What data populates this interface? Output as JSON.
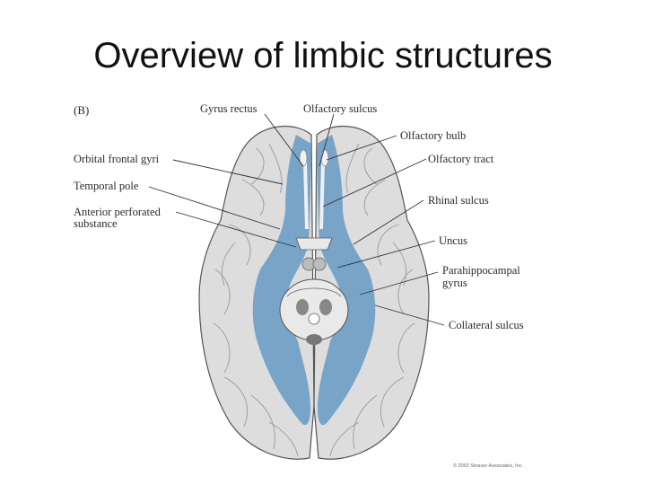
{
  "slide": {
    "title": "Overview of limbic structures"
  },
  "figure": {
    "panel": "(B)",
    "labels": {
      "gyrus_rectus": "Gyrus rectus",
      "olfactory_sulcus": "Olfactory sulcus",
      "olfactory_bulb": "Olfactory bulb",
      "orbital_frontal_gyri": "Orbital frontal gyri",
      "olfactory_tract": "Olfactory tract",
      "temporal_pole": "Temporal pole",
      "rhinal_sulcus": "Rhinal sulcus",
      "anterior_perforated_l1": "Anterior perforated",
      "anterior_perforated_l2": "substance",
      "uncus": "Uncus",
      "parahippocampal_l1": "Parahippocampal",
      "parahippocampal_l2": "gyrus",
      "collateral_sulcus": "Collateral sulcus"
    },
    "copyright": "© 2002 Sinauer Associates, Inc."
  },
  "colors": {
    "limbic_highlight": "#6f9fc4",
    "brain_tissue": "#dcdcdc",
    "outline": "#555555"
  }
}
